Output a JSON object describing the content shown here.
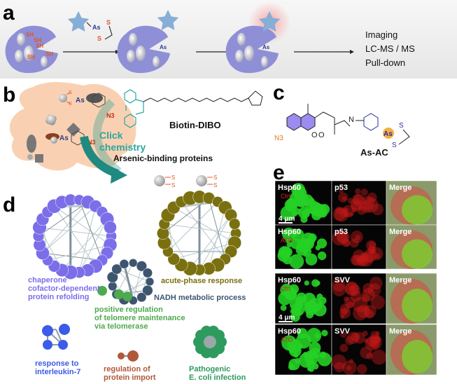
{
  "panel_a": {
    "label": "a",
    "thiol": "SH",
    "arsenic": "As",
    "sulfur": "S",
    "outputs": [
      "Imaging",
      "LC-MS / MS",
      "Pull-down"
    ]
  },
  "panel_b": {
    "label": "b",
    "azide": "N3",
    "reagent": "Biotin-DIBO",
    "click": [
      "Click",
      "chemistry"
    ],
    "result": "Arsenic-binding proteins"
  },
  "panel_c": {
    "label": "c",
    "compound": "As-AC",
    "azide": "N3"
  },
  "panel_d": {
    "label": "d",
    "clusters": [
      {
        "lines": [
          "chaperone",
          "cofactor-dependent",
          "protein refolding"
        ],
        "color": "#7b6ee8"
      },
      {
        "lines": [
          "acute-phase response"
        ],
        "color": "#7a7010"
      },
      {
        "lines": [
          "NADH metabolic process"
        ],
        "color": "#3e5570"
      },
      {
        "lines": [
          "positive regulation",
          "of telomere maintenance",
          "via telomerase"
        ],
        "color": "#4daa4d"
      },
      {
        "lines": [
          "response to",
          "interleukin-7"
        ],
        "color": "#3b5be8"
      },
      {
        "lines": [
          "regulation of",
          "protein import"
        ],
        "color": "#b0583a"
      },
      {
        "lines": [
          "Pathogenic",
          "E. coli infection"
        ],
        "color": "#2e9a5e"
      }
    ]
  },
  "panel_e": {
    "label": "e",
    "scale_bar": "4 μm",
    "blocks": [
      {
        "rows": [
          {
            "condition": "Ctrl",
            "channels": [
              "Hsp60",
              "p53",
              "Merge"
            ]
          },
          {
            "condition": "ATO",
            "channels": [
              "Hsp60",
              "p53",
              "Merge"
            ]
          }
        ]
      },
      {
        "rows": [
          {
            "condition": "Ctrl",
            "channels": [
              "Hsp60",
              "SVV",
              "Merge"
            ]
          },
          {
            "condition": "ATO",
            "channels": [
              "Hsp60",
              "SVV",
              "Merge"
            ]
          }
        ]
      }
    ]
  }
}
